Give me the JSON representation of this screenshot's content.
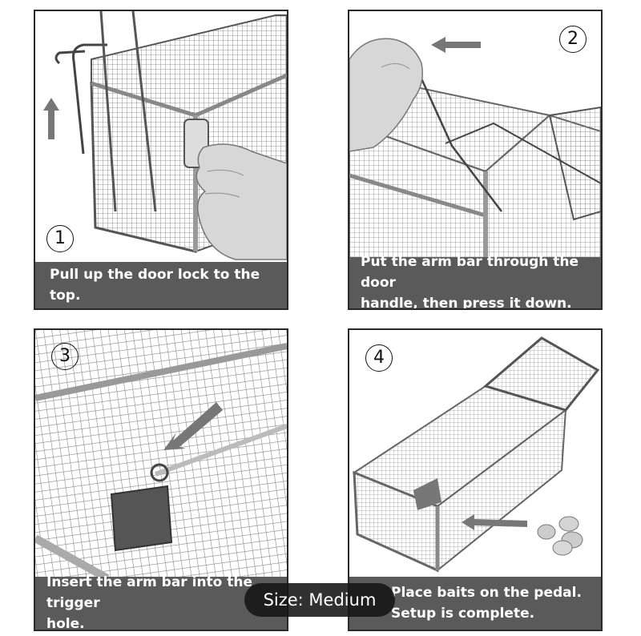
{
  "panels": [
    {
      "number": "1",
      "caption": "Pull up the door lock to the top."
    },
    {
      "number": "2",
      "caption": "Put the arm bar through the door\nhandle, then press it down."
    },
    {
      "number": "3",
      "caption": "Insert the arm bar into the trigger\nhole."
    },
    {
      "number": "4",
      "caption": "Place baits on the pedal.\nSetup is complete."
    }
  ],
  "overlay": {
    "size_label": "Size: Medium"
  },
  "colors": {
    "caption_bg": "#5a5a5a",
    "caption_text": "#ffffff",
    "border": "#2a2a2a"
  }
}
